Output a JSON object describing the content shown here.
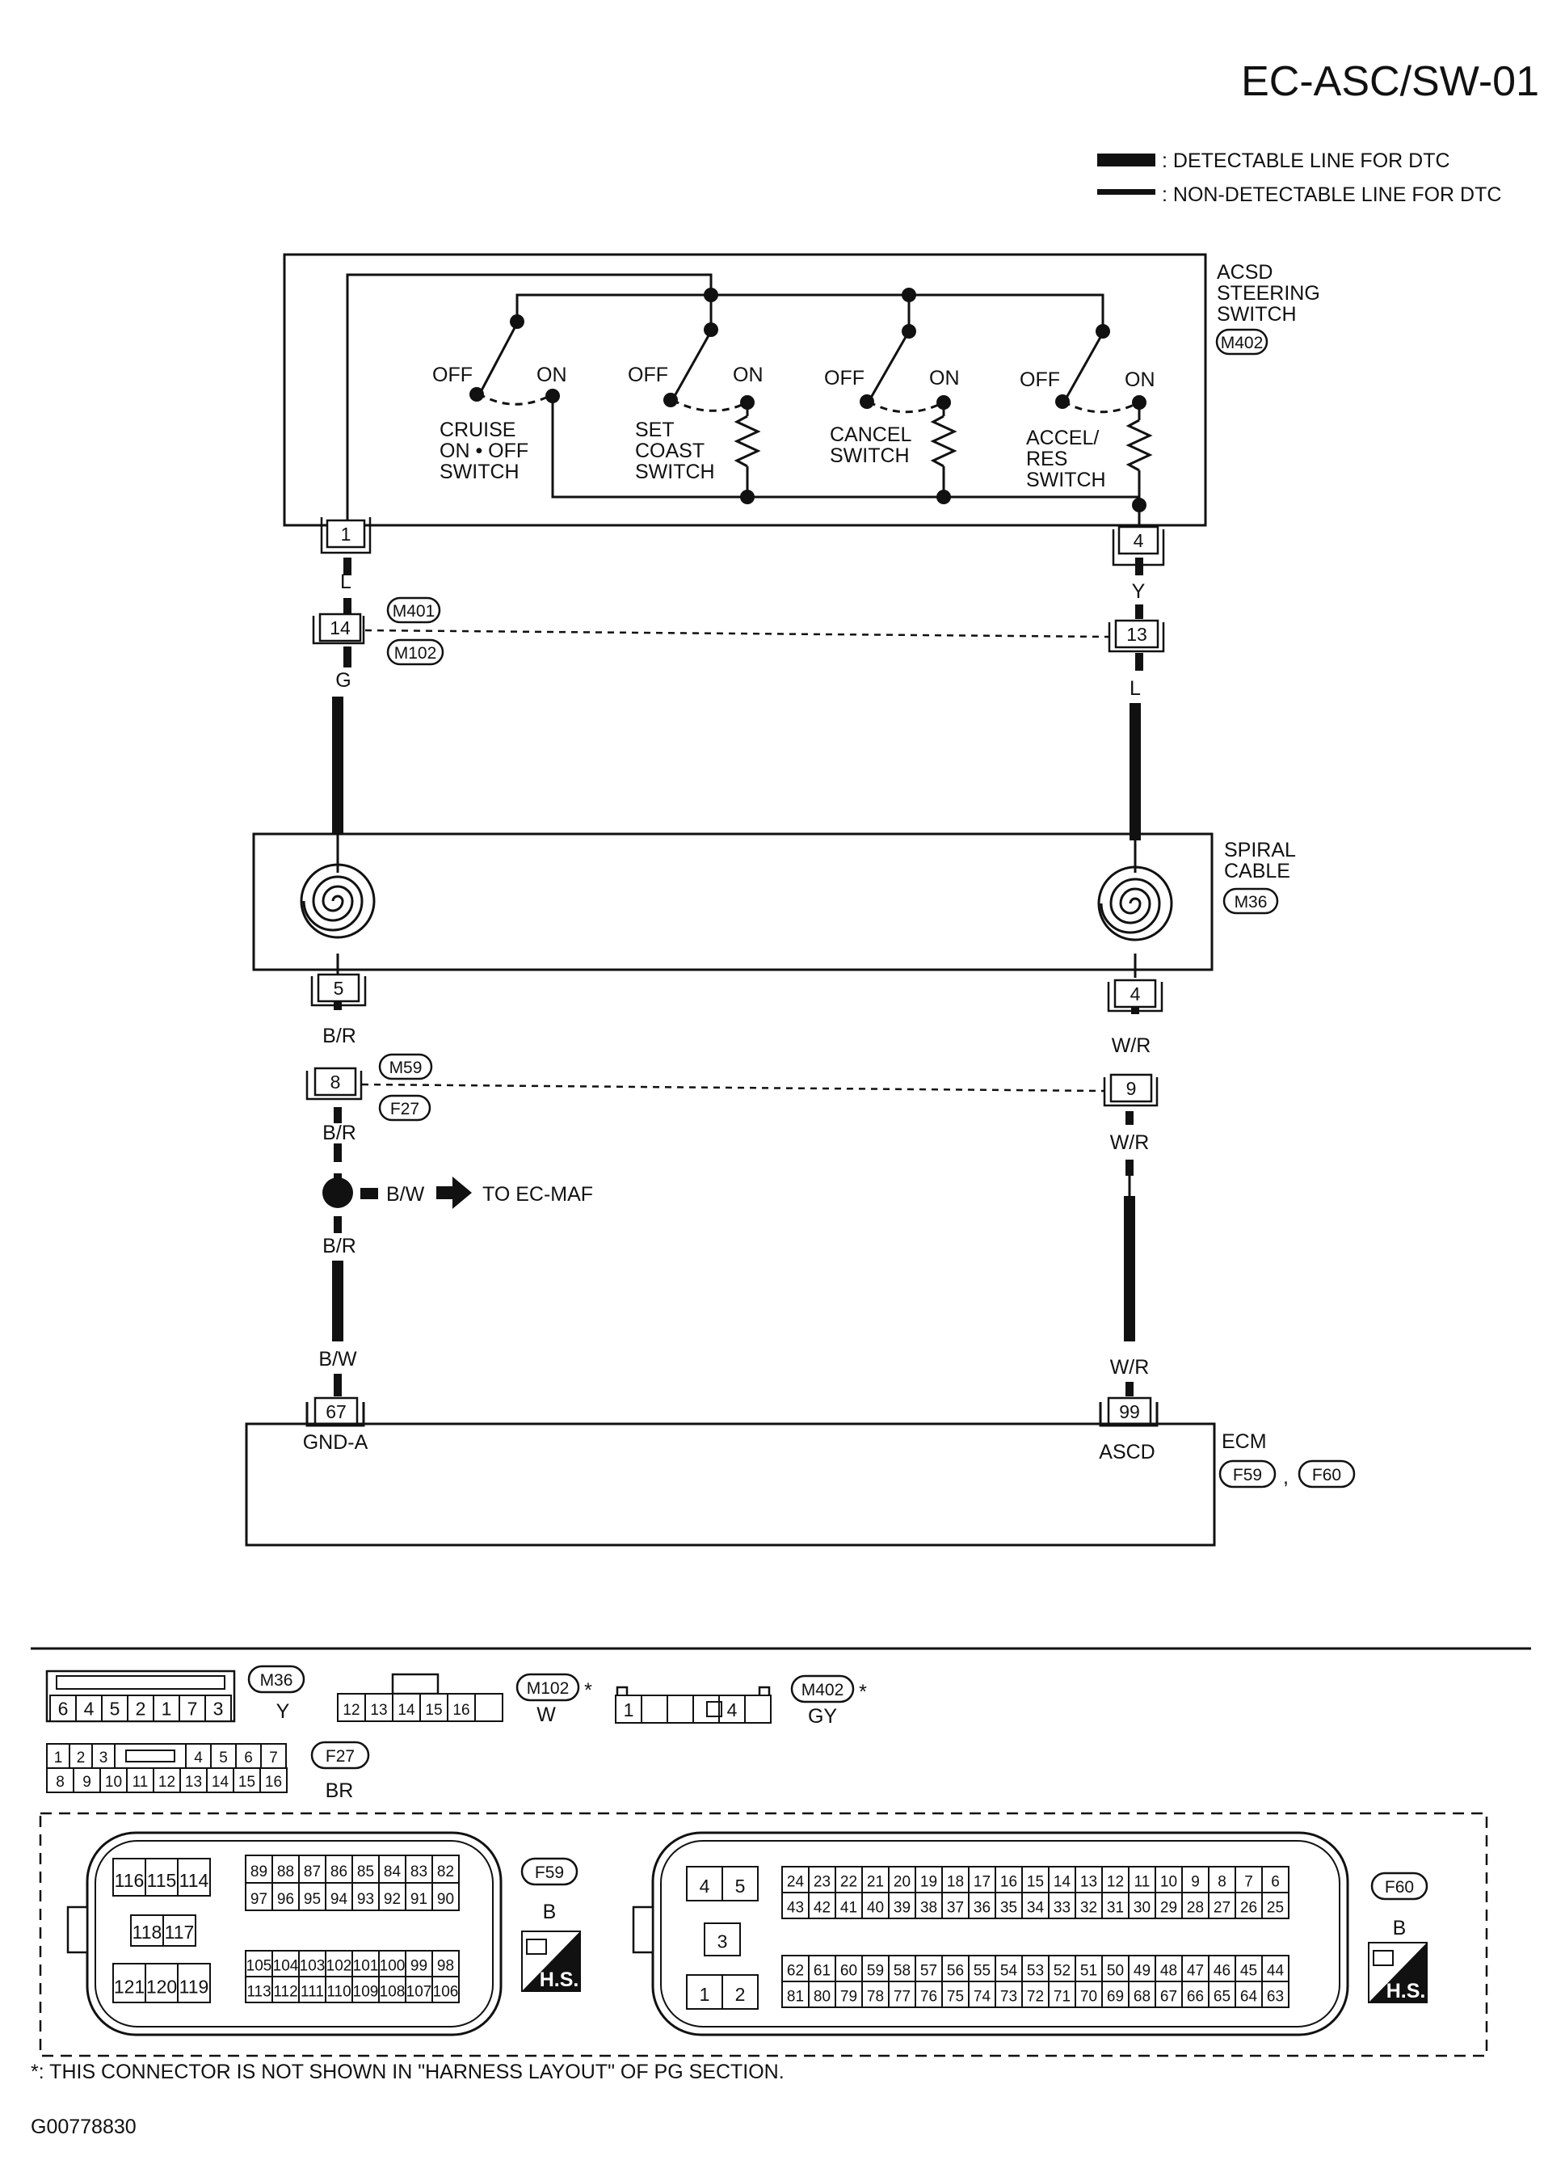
{
  "page": {
    "title": "EC-ASC/SW-01",
    "figure_id": "G00778830"
  },
  "legend": {
    "detectable": ": DETECTABLE LINE FOR DTC",
    "non_detectable": ": NON-DETECTABLE LINE FOR DTC"
  },
  "steering_switch": {
    "name_lines": [
      "ACSD",
      "STEERING",
      "SWITCH"
    ],
    "connector": "M402",
    "off": "OFF",
    "on": "ON",
    "switches": [
      {
        "label_lines": [
          "CRUISE",
          "ON • OFF",
          "SWITCH"
        ]
      },
      {
        "label_lines": [
          "SET",
          "COAST",
          "SWITCH"
        ]
      },
      {
        "label_lines": [
          "CANCEL",
          "SWITCH"
        ]
      },
      {
        "label_lines": [
          "ACCEL/",
          "RES",
          "SWITCH"
        ]
      }
    ],
    "pin_left": "1",
    "pin_right": "4"
  },
  "joint_upper": {
    "conn_top": "M401",
    "conn_bottom": "M102",
    "pin_left": "14",
    "pin_right": "13"
  },
  "spiral_cable": {
    "name_lines": [
      "SPIRAL",
      "CABLE"
    ],
    "connector": "M36",
    "pin_left": "5",
    "pin_right": "4"
  },
  "joint_lower": {
    "conn_top": "M59",
    "conn_bottom": "F27",
    "pin_left": "8",
    "pin_right": "9"
  },
  "wires": {
    "left": [
      "L",
      "G",
      "B/R",
      "B/R",
      "B/R",
      "B/W"
    ],
    "right": [
      "Y",
      "L",
      "W/R",
      "W/R",
      "W/R"
    ],
    "branch_color": "B/W",
    "branch_to": "TO EC-MAF"
  },
  "ecm": {
    "name": "ECM",
    "connectors": [
      "F59",
      "F60"
    ],
    "comma": ",",
    "pin_left": "67",
    "pin_left_name": "GND-A",
    "pin_right": "99",
    "pin_right_name": "ASCD"
  },
  "connector_views": {
    "m36": {
      "ref": "M36",
      "color": "Y",
      "pins": [
        "6",
        "4",
        "5",
        "2",
        "1",
        "7",
        "3"
      ]
    },
    "m102": {
      "ref": "M102",
      "star": "*",
      "color": "W",
      "pins": [
        "12",
        "13",
        "14",
        "15",
        "16",
        ""
      ]
    },
    "m402": {
      "ref": "M402",
      "star": "*",
      "color": "GY",
      "pins": [
        "1",
        "",
        "",
        "",
        "4",
        ""
      ]
    },
    "f27": {
      "ref": "F27",
      "color": "BR",
      "top_left": [
        "1",
        "2",
        "3"
      ],
      "top_right": [
        "4",
        "5",
        "6",
        "7"
      ],
      "bottom": [
        "8",
        "9",
        "10",
        "11",
        "12",
        "13",
        "14",
        "15",
        "16"
      ]
    },
    "f59": {
      "ref": "F59",
      "color": "B",
      "hs": "H.S.",
      "g1": [
        "116",
        "115",
        "114"
      ],
      "g2": [
        "118",
        "117"
      ],
      "g3": [
        "121",
        "120",
        "119"
      ],
      "r1": [
        "89",
        "88",
        "87",
        "86",
        "85",
        "84",
        "83",
        "82"
      ],
      "r2": [
        "97",
        "96",
        "95",
        "94",
        "93",
        "92",
        "91",
        "90"
      ],
      "r3": [
        "105",
        "104",
        "103",
        "102",
        "101",
        "100",
        "99",
        "98"
      ],
      "r4": [
        "113",
        "112",
        "111",
        "110",
        "109",
        "108",
        "107",
        "106"
      ]
    },
    "f60": {
      "ref": "F60",
      "color": "B",
      "hs": "H.S.",
      "g1": [
        "4",
        "5"
      ],
      "g2": [
        "3"
      ],
      "g3": [
        "1",
        "2"
      ],
      "r1": [
        "24",
        "23",
        "22",
        "21",
        "20",
        "19",
        "18",
        "17",
        "16",
        "15",
        "14",
        "13",
        "12",
        "11",
        "10",
        "9",
        "8",
        "7",
        "6"
      ],
      "r2": [
        "43",
        "42",
        "41",
        "40",
        "39",
        "38",
        "37",
        "36",
        "35",
        "34",
        "33",
        "32",
        "31",
        "30",
        "29",
        "28",
        "27",
        "26",
        "25"
      ],
      "r3": [
        "62",
        "61",
        "60",
        "59",
        "58",
        "57",
        "56",
        "55",
        "54",
        "53",
        "52",
        "51",
        "50",
        "49",
        "48",
        "47",
        "46",
        "45",
        "44"
      ],
      "r4": [
        "81",
        "80",
        "79",
        "78",
        "77",
        "76",
        "75",
        "74",
        "73",
        "72",
        "71",
        "70",
        "69",
        "68",
        "67",
        "66",
        "65",
        "64",
        "63"
      ]
    }
  },
  "footnote": "*: THIS CONNECTOR IS NOT SHOWN IN \"HARNESS LAYOUT\" OF PG SECTION."
}
